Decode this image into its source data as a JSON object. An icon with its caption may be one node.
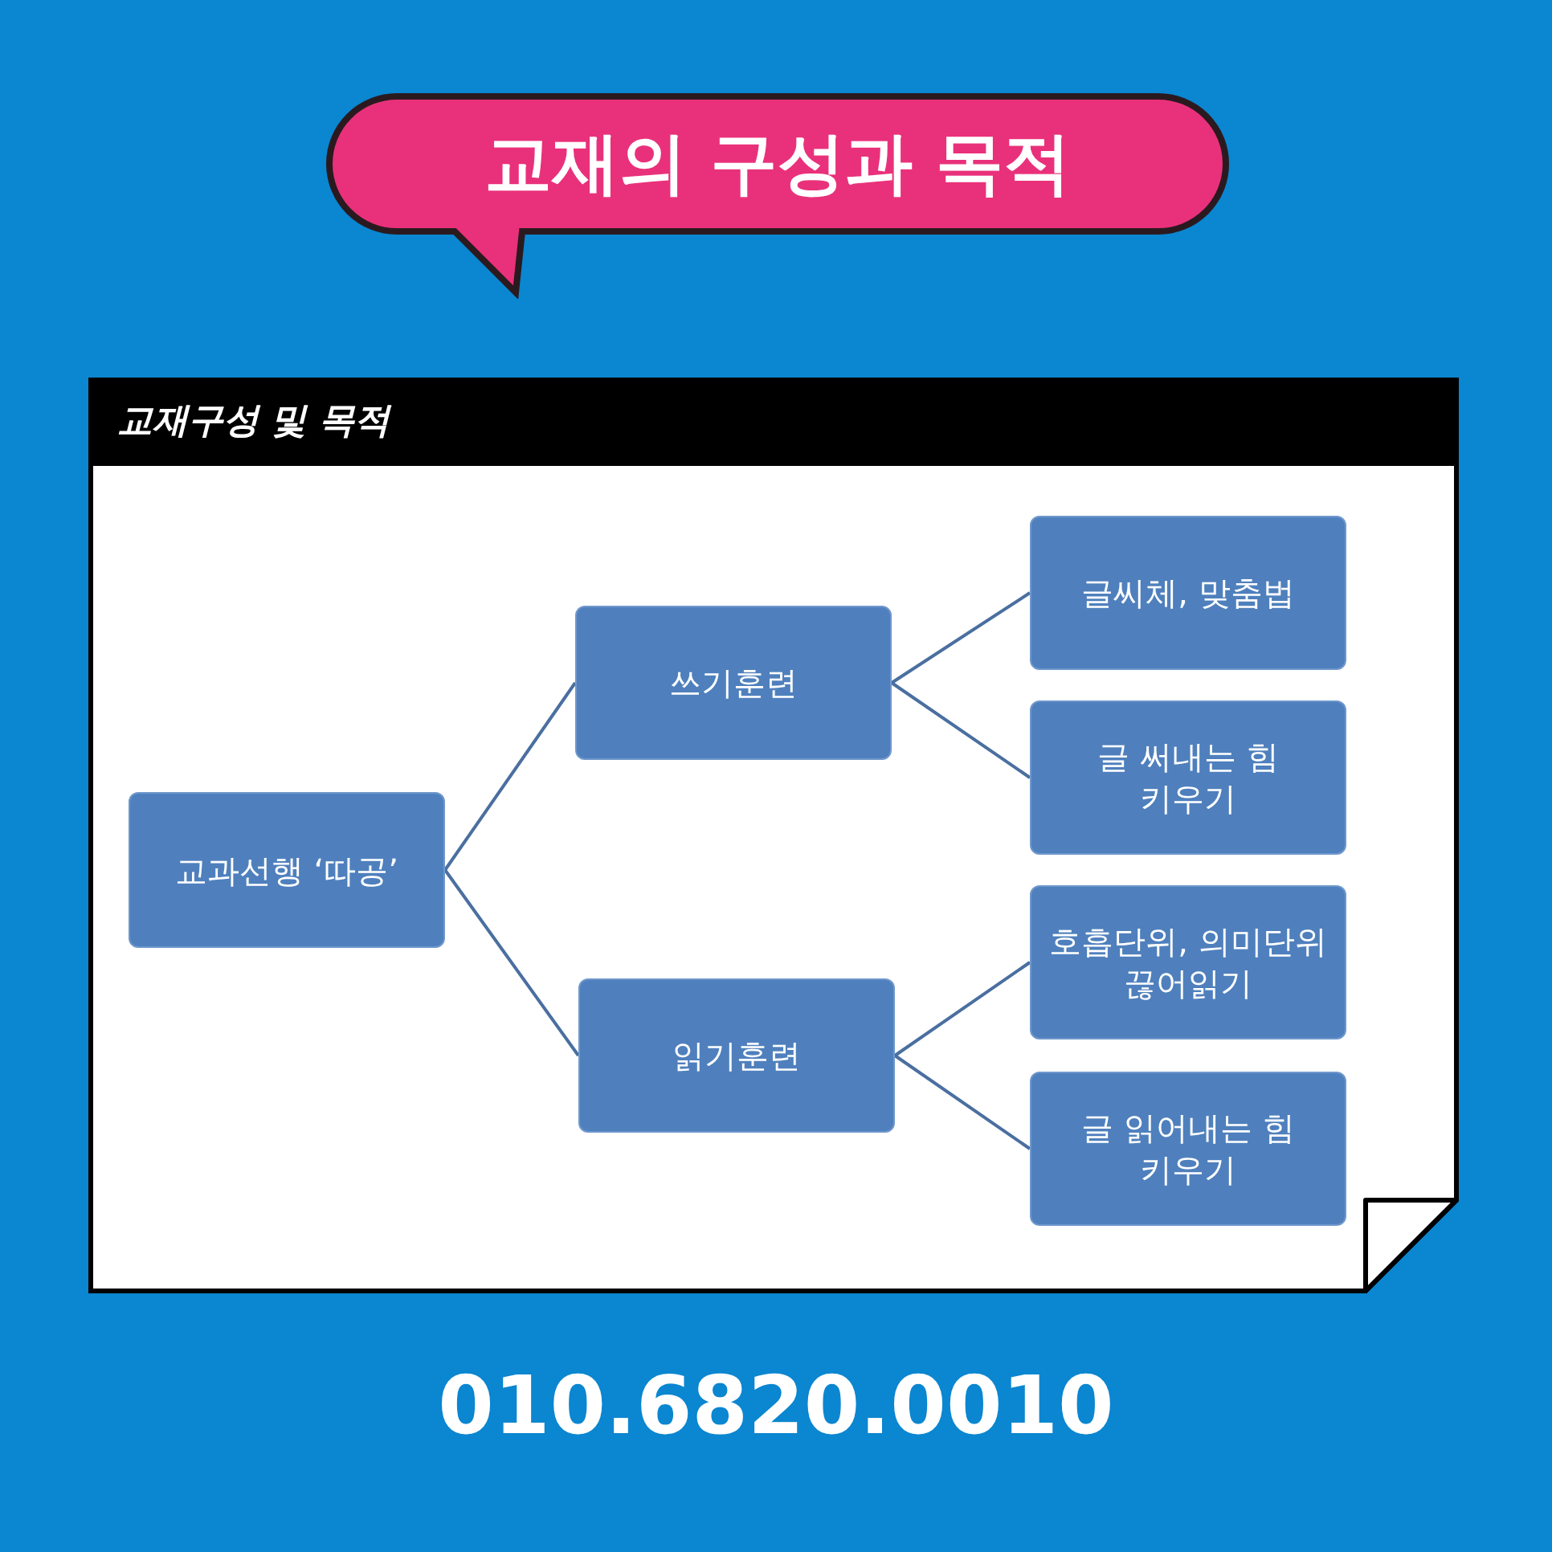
{
  "diagram": {
    "title": "교재의 구성과 목적",
    "nodes": [
      {
        "text": [
          "교재구성 및 목적"
        ]
      },
      {
        "text": [
          "교과선행 ‘따공’"
        ],
        "in": 0
      },
      {
        "text": [
          "쓰기훈련"
        ],
        "in": 0
      },
      {
        "text": [
          "읽기훈련"
        ],
        "in": 0
      },
      {
        "text": [
          "글씨체, 맞춤법"
        ],
        "in": 0
      },
      {
        "text": [
          "글 써내는 힘 키우기"
        ],
        "in": 0
      },
      {
        "text": [
          "호흡단위, 의미단위 끊어읽기"
        ],
        "in": 0
      },
      {
        "text": [
          "글 읽어내는 힘 키우기"
        ],
        "in": 0
      }
    ],
    "edges": [
      {
        "from": 1,
        "to": 2,
        "arrow": "none"
      },
      {
        "from": 1,
        "to": 3,
        "arrow": "none"
      },
      {
        "from": 2,
        "to": 4,
        "arrow": "none"
      },
      {
        "from": 2,
        "to": 5,
        "arrow": "none"
      },
      {
        "from": 3,
        "to": 6,
        "arrow": "none"
      },
      {
        "from": 3,
        "to": 7,
        "arrow": "none"
      }
    ],
    "labels": [
      "010.6820.0010"
    ]
  }
}
